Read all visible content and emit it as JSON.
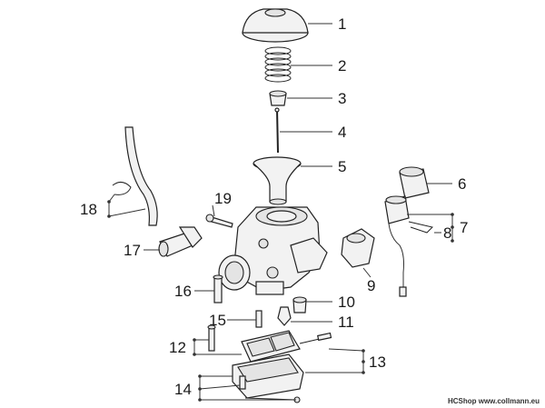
{
  "labels": [
    "1",
    "2",
    "3",
    "4",
    "5",
    "6",
    "7",
    "8",
    "9",
    "10",
    "11",
    "12",
    "13",
    "14",
    "15",
    "16",
    "17",
    "18",
    "19"
  ],
  "footer": "HCShop www.collmann.eu"
}
